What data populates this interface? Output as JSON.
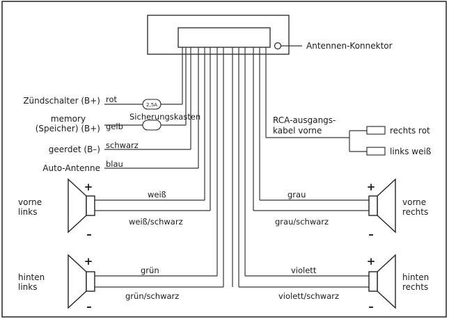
{
  "head_unit": {
    "antenna_connector": "Antennen-Konnektor"
  },
  "inputs": {
    "ignition": {
      "label": "Zündschalter (B+)",
      "wire": "rot"
    },
    "memory": {
      "label_line1": "memory",
      "label_line2": "(Speicher) (B+)",
      "wire": "gelb"
    },
    "ground": {
      "label": "geerdet (B–)",
      "wire": "schwarz"
    },
    "antenna": {
      "label": "Auto-Antenne",
      "wire": "blau"
    },
    "fuse_rating": "2,5A",
    "fuse_box": "Sicherungskasten"
  },
  "rca": {
    "label_line1": "RCA-ausgangs-",
    "label_line2": "kabel vorne",
    "right": "rechts rot",
    "left": "links weiß"
  },
  "speakers": {
    "front_left": {
      "line1": "vorne",
      "line2": "links",
      "wire_plus": "weiß",
      "wire_minus": "weiß/schwarz"
    },
    "rear_left": {
      "line1": "hinten",
      "line2": "links",
      "wire_plus": "grün",
      "wire_minus": "grün/schwarz"
    },
    "front_right": {
      "line1": "vorne",
      "line2": "rechts",
      "wire_plus": "grau",
      "wire_minus": "grau/schwarz"
    },
    "rear_right": {
      "line1": "hinten",
      "line2": "rechts",
      "wire_plus": "violett",
      "wire_minus": "violett/schwarz"
    },
    "plus_sign": "+",
    "minus_sign": "–"
  }
}
